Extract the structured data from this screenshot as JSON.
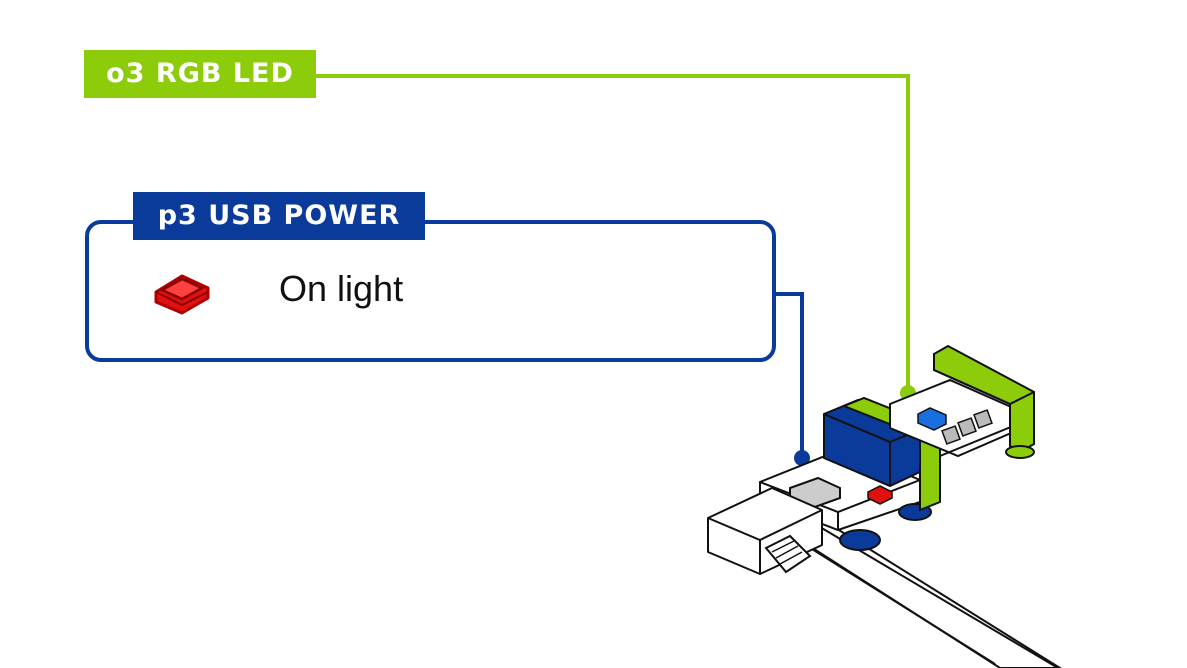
{
  "labels": {
    "o3_tag": "o3 RGB LED",
    "p3_tag": "p3 USB POWER",
    "p3_item": "On light"
  },
  "colors": {
    "green": "#8ccc0a",
    "blue": "#0a3a9a",
    "red_led": "#e01010",
    "blue_led": "#1a6fe0"
  },
  "icons": {
    "red_led": "red-led-icon"
  }
}
